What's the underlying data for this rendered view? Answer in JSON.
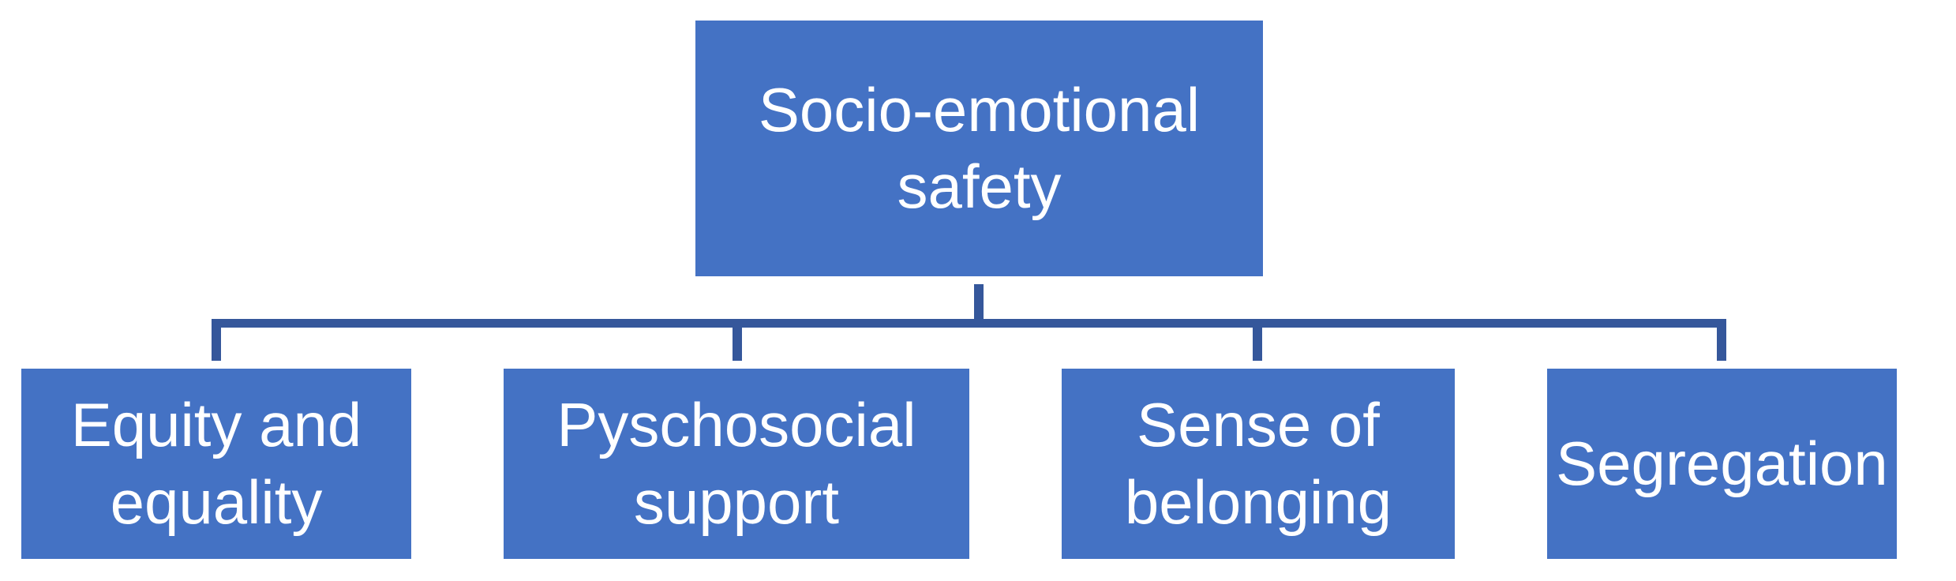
{
  "diagram": {
    "type": "hierarchy-org-chart",
    "root": {
      "label": "Socio-emotional safety"
    },
    "children": [
      {
        "label": "Equity and equality"
      },
      {
        "label": "Pyschosocial support"
      },
      {
        "label": "Sense of belonging"
      },
      {
        "label": "Segregation"
      }
    ]
  },
  "colors": {
    "node_fill": "#4472C4",
    "connector": "#35579B",
    "node_text": "#FFFFFF",
    "background": "#FFFFFF"
  }
}
